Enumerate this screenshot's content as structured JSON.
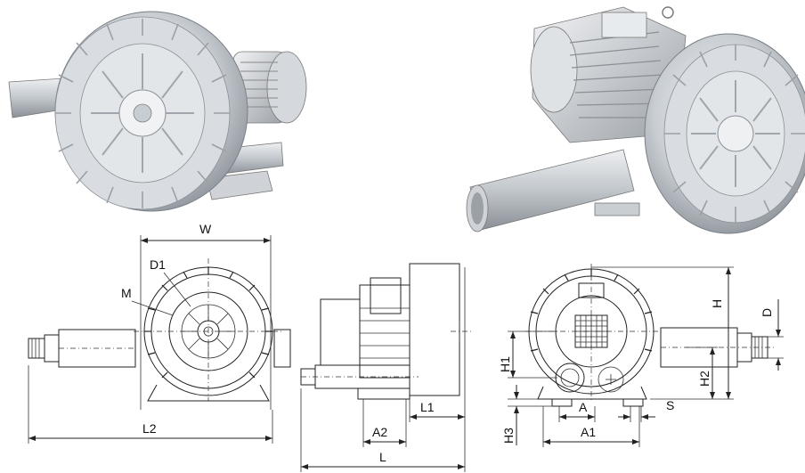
{
  "labels": {
    "W": "W",
    "D1": "D1",
    "M": "M",
    "L2": "L2",
    "L1": "L1",
    "A2": "A2",
    "L": "L",
    "H": "H",
    "D": "D",
    "H1": "H1",
    "H2": "H2",
    "H3": "H3",
    "A": "A",
    "A1": "A1",
    "S": "S"
  },
  "colors": {
    "metal_light": "#e6e9ec",
    "metal_mid": "#b9bec4",
    "metal_dark": "#7d848b",
    "line": "#222222"
  }
}
